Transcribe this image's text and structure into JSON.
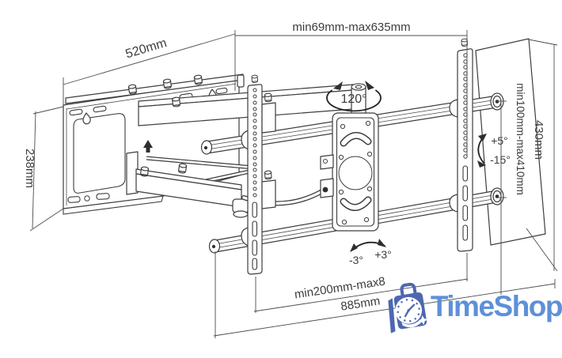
{
  "page": {
    "background": "#ffffff",
    "line_color": "#3d3d3d",
    "text_color": "#3c3c3c"
  },
  "diagram": {
    "type": "technical-drawing",
    "subject": "full-motion articulating TV wall mount",
    "dimensions": {
      "wall_plate_width": "520mm",
      "extension_range": "min69mm-max635mm",
      "wall_plate_height": "238mm",
      "vesa_vertical_range": "min100mm-max410mm",
      "bracket_height": "430mm",
      "bracket_spacing": "min200mm-max8",
      "rail_length": "885mm"
    },
    "angles": {
      "swivel": "120°",
      "tilt_up": "+5°",
      "tilt_down": "-15°",
      "level_left": "-3°",
      "level_right": "+3°"
    }
  },
  "watermark": {
    "brand": "TimeShop",
    "icon": "clock-briefcase",
    "icon_color": "#4d68af",
    "text_color": "#5e90d8"
  }
}
